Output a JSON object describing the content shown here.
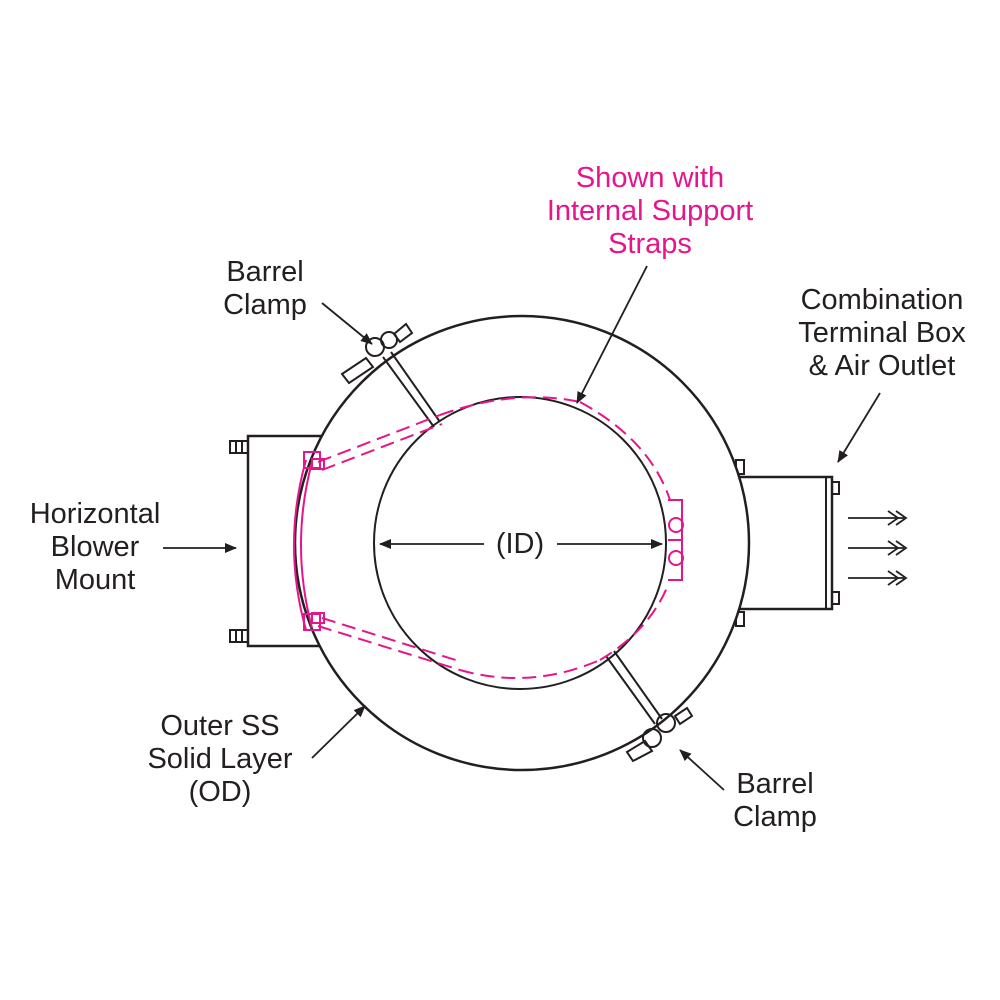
{
  "labels": {
    "internal_straps": [
      "Shown with",
      "Internal Support",
      "Straps"
    ],
    "barrel_clamp_top": [
      "Barrel",
      "Clamp"
    ],
    "terminal_box": [
      "Combination",
      "Terminal Box",
      "& Air Outlet"
    ],
    "blower_mount": [
      "Horizontal",
      "Blower",
      "Mount"
    ],
    "inner_diameter": "(ID)",
    "outer_layer": [
      "Outer SS",
      "Solid Layer",
      "(OD)"
    ],
    "barrel_clamp_bottom": [
      "Barrel",
      "Clamp"
    ]
  },
  "colors": {
    "line": "#231f20",
    "accent": "#e5168c",
    "background": "#ffffff"
  },
  "icons": [
    "arrowhead-icon",
    "double-chevron-airflow-icon",
    "hex-bolt-icon",
    "clamp-knob-icon"
  ]
}
